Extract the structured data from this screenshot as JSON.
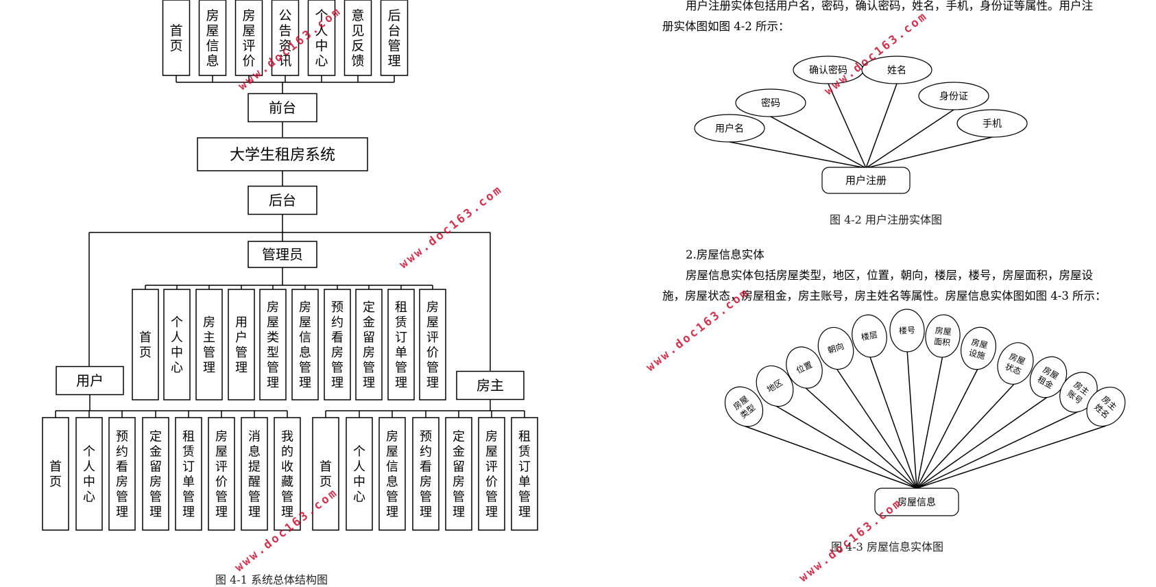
{
  "diagram_4_1": {
    "front_modules": [
      "首页",
      "房屋信息",
      "房屋评价",
      "公告资讯",
      "个人中心",
      "意见反馈",
      "后台管理"
    ],
    "front_label": "前台",
    "system_label": "大学生租房系统",
    "back_label": "后台",
    "admin_label": "管理员",
    "admin_modules": [
      "首页",
      "个人中心",
      "房主管理",
      "用户管理",
      "房屋类型管理",
      "房屋信息管理",
      "预约看房管理",
      "定金留房管理",
      "租赁订单管理",
      "房屋评价管理"
    ],
    "user_label": "用户",
    "user_modules": [
      "首页",
      "个人中心",
      "预约看房管理",
      "定金留房管理",
      "租赁订单管理",
      "房屋评价管理",
      "消息提醒管理",
      "我的收藏管理"
    ],
    "owner_label": "房主",
    "owner_modules": [
      "首页",
      "个人中心",
      "房屋信息管理",
      "预约看房管理",
      "定金留房管理",
      "房屋评价管理",
      "租赁订单管理"
    ],
    "caption": "图 4-1  系统总体结构图"
  },
  "text_top": {
    "line1": "用户注册实体包括用户名，密码，确认密码，姓名，手机，身份证等属性。用户注",
    "line2": "册实体图如图 4-2 所示："
  },
  "diagram_4_2": {
    "center": "用户注册",
    "attributes": [
      "用户名",
      "密码",
      "确认密码",
      "姓名",
      "身份证",
      "手机"
    ],
    "caption": "图 4-2 用户注册实体图"
  },
  "section_2": {
    "heading": "2.房屋信息实体",
    "line1": "房屋信息实体包括房屋类型，地区，位置，朝向，楼层，楼号，房屋面积，房屋设",
    "line2": "施，房屋状态，房屋租金，房主账号，房主姓名等属性。房屋信息实体图如图 4-3 所示："
  },
  "diagram_4_3": {
    "center": "房屋信息",
    "attributes": [
      "房屋类型",
      "地区",
      "位置",
      "朝向",
      "楼层",
      "楼号",
      "房屋面积",
      "房屋设施",
      "房屋状态",
      "房屋租金",
      "房主账号",
      "房主姓名"
    ],
    "caption": "图 4-3 房屋信息实体图"
  },
  "watermark": "www.doc163.com",
  "colors": {
    "line": "#000000",
    "watermark": "#c8102e"
  }
}
